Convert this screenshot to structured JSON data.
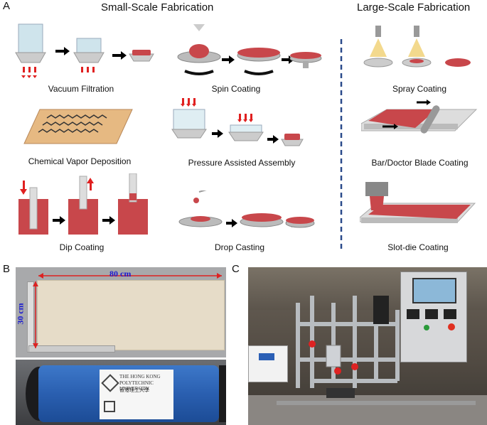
{
  "panel_a": {
    "letter": "A",
    "small_scale_title": "Small-Scale Fabrication",
    "large_scale_title": "Large-Scale Fabrication",
    "methods": {
      "vacuum_filtration": "Vacuum Filtration",
      "spin_coating": "Spin Coating",
      "spray_coating": "Spray Coating",
      "cvd": "Chemical Vapor Deposition",
      "pressure_assisted": "Pressure Assisted Assembly",
      "bar_doctor_blade": "Bar/Doctor Blade Coating",
      "dip_coating": "Dip Coating",
      "drop_casting": "Drop Casting",
      "slot_die": "Slot-die Coating"
    }
  },
  "panel_b": {
    "letter": "B",
    "width_label": "80 cm",
    "height_label": "30 cm",
    "module_text_line1": "THE HONG KONG",
    "module_text_line2": "POLYTECHNIC UNIVERSITY",
    "module_text_line3": "香港理工大學"
  },
  "panel_c": {
    "letter": "C"
  },
  "colors": {
    "membrane_red": "#c8474b",
    "accent_red": "#e02020",
    "divider_blue": "#2a4a8a",
    "dimension_red": "#d22",
    "dimension_blue": "#1a1ad0"
  }
}
